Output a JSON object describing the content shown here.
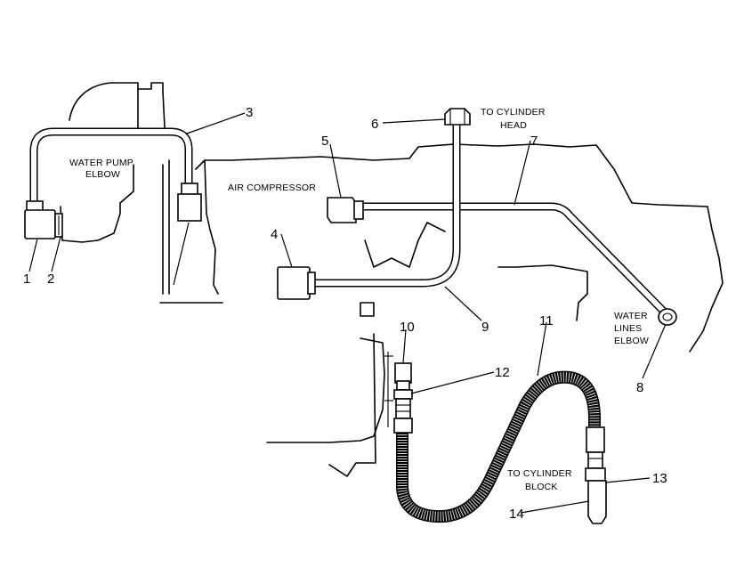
{
  "labels": {
    "water_pump_elbow_1": "WATER PUMP",
    "water_pump_elbow_2": "ELBOW",
    "air_compressor": "AIR COMPRESSOR",
    "to_cylinder_head_1": "TO CYLINDER",
    "to_cylinder_head_2": "HEAD",
    "water_lines_elbow_1": "WATER",
    "water_lines_elbow_2": "LINES",
    "water_lines_elbow_3": "ELBOW",
    "to_cylinder_block_1": "TO CYLINDER",
    "to_cylinder_block_2": "BLOCK"
  },
  "callouts": [
    "1",
    "2",
    "3",
    "4",
    "5",
    "6",
    "7",
    "8",
    "9",
    "10",
    "11",
    "12",
    "13",
    "14"
  ]
}
